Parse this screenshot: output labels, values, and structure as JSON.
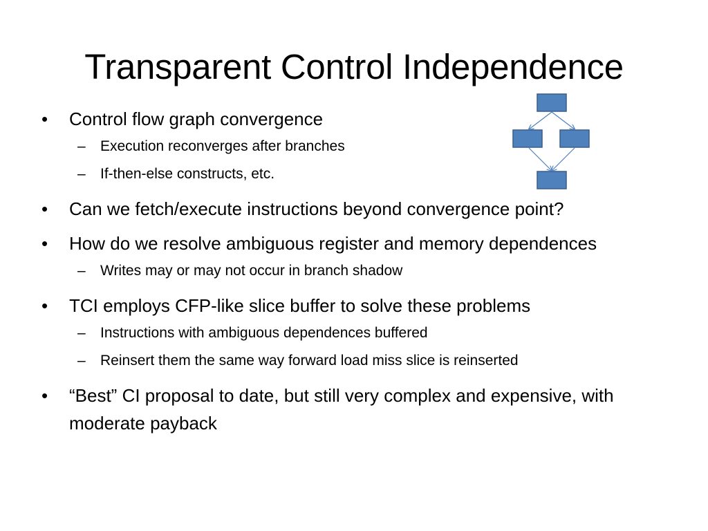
{
  "slide": {
    "title": "Transparent Control Independence",
    "bullets": [
      {
        "text": "Control flow graph convergence",
        "sub": [
          "Execution reconverges after branches",
          "If-then-else constructs, etc."
        ]
      },
      {
        "text": "Can we fetch/execute instructions beyond convergence point?",
        "sub": []
      },
      {
        "text": "How do we resolve ambiguous register  and memory dependences",
        "sub": [
          "Writes may or may not occur in branch shadow"
        ]
      },
      {
        "text": "TCI employs CFP-like slice buffer to solve these problems",
        "sub": [
          "Instructions with ambiguous dependences buffered",
          "Reinsert them the same way forward load miss slice is reinserted"
        ]
      },
      {
        "text": "“Best” CI proposal to date, but still very complex and expensive, with moderate payback",
        "sub": []
      }
    ],
    "bullet_glyph": "•",
    "sub_glyph": "–"
  },
  "diagram": {
    "box_fill": "#4f81bd",
    "box_stroke": "#385d8a",
    "arrow_color": "#4f81bd"
  }
}
